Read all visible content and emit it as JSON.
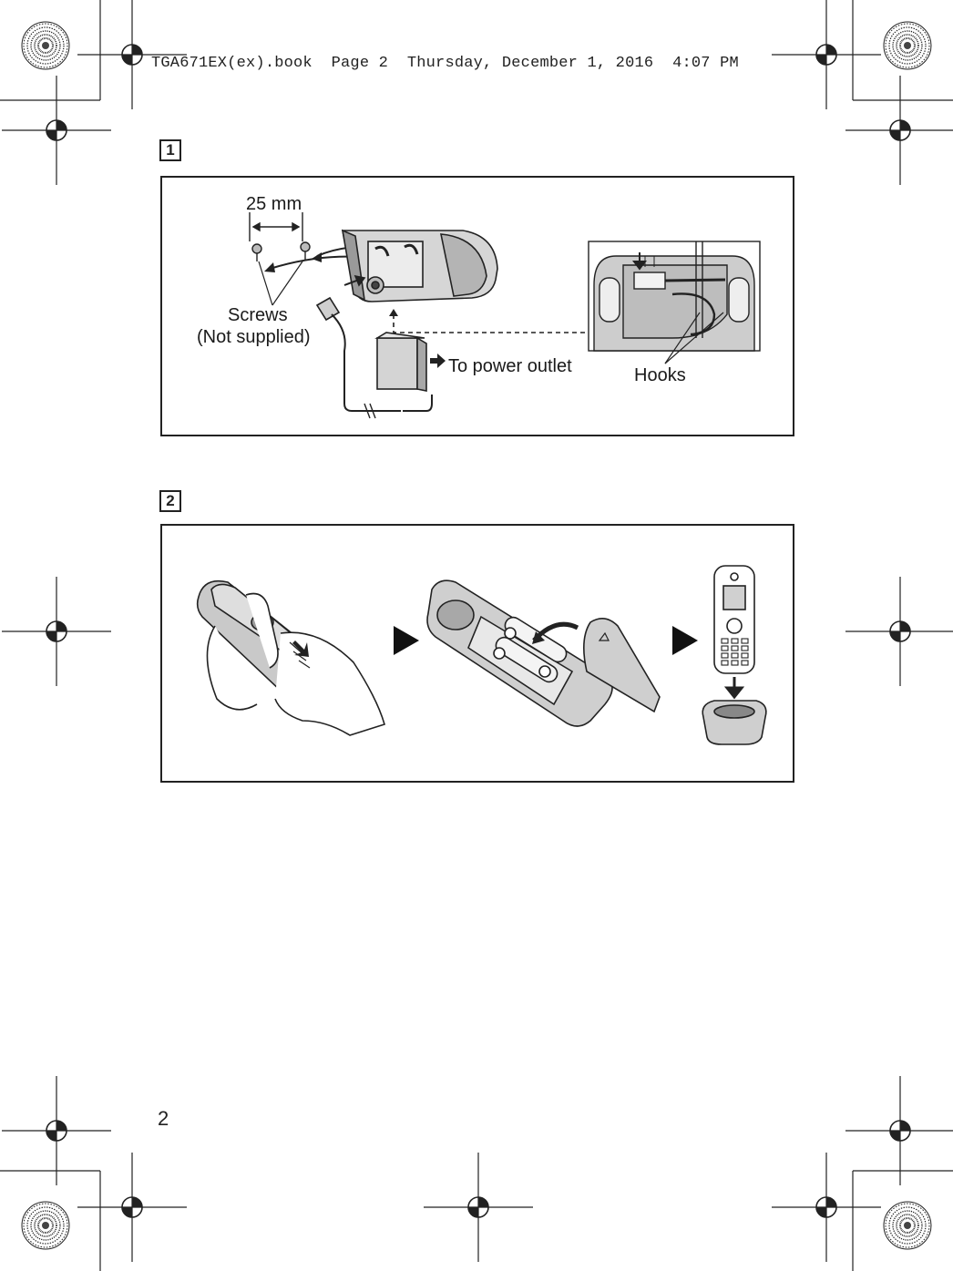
{
  "header": {
    "print_info": "TGA671EX(ex).book  Page 2  Thursday, December 1, 2016  4:07 PM"
  },
  "steps": [
    {
      "number": "1",
      "labels": {
        "distance": "25 mm",
        "screws_line1": "Screws",
        "screws_line2": "(Not supplied)",
        "power": "To power outlet",
        "hooks": "Hooks"
      }
    },
    {
      "number": "2"
    }
  ],
  "footer": {
    "page_number": "2"
  },
  "colors": {
    "ink": "#1a1a1a",
    "device_gray": "#cfcfcf",
    "device_dark": "#8a8a8a"
  }
}
